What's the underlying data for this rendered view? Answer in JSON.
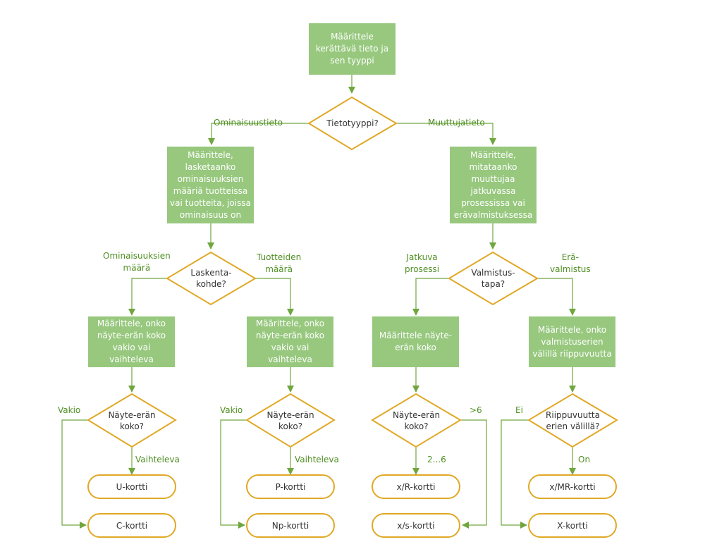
{
  "colors": {
    "process_fill": "#97c87e",
    "decision_stroke": "#e0a825",
    "arrow": "#6fa63e",
    "label": "#4f8f22"
  },
  "nodes": {
    "start": "Määrittele\nkerättävä tieto ja\nsen tyyppi",
    "q_type": "Tietotyyppi?",
    "attr_box": "Määrittele,\nlasketaanko\nominaisuuksien\nmääriä tuotteissa\nvai tuotteita, joissa\nominaisuus on",
    "var_box": "Määrittele,\nmitataanko\nmuuttujaa\njatkuvassa\nprosessissa vai\nerävalmistuksessa",
    "q_count": "Laskenta-\nkohde?",
    "q_process": "Valmistus-\ntapa?",
    "box_a1": "Määrittele, onko\nnäyte-erän koko\nvakio vai vaihteleva",
    "box_a2": "Määrittele, onko\nnäyte-erän koko\nvakio vai vaihteleva",
    "box_v1": "Määrittele näyte-\nerän koko",
    "box_v2": "Määrittele, onko\nvalmistuserien\nvälillä riippuvuutta",
    "q_a1": "Näyte-erän\nkoko?",
    "q_a2": "Näyte-erän\nkoko?",
    "q_v1": "Näyte-erän\nkoko?",
    "q_v2": "Riippuvuutta\nerien välillä?",
    "t_u": "U-kortti",
    "t_c": "C-kortti",
    "t_p": "P-kortti",
    "t_np": "Np-kortti",
    "t_xr": "x/R-kortti",
    "t_xs": "x/s-kortti",
    "t_xmr": "x/MR-kortti",
    "t_x": "X-kortti"
  },
  "edge_labels": {
    "attr": "Ominaisuustieto",
    "var": "Muuttujatieto",
    "count_feat": "Ominaisuuksien\nmäärä",
    "count_prod": "Tuotteiden\nmäärä",
    "continuous": "Jatkuva\nprosessi",
    "batch": "Erä-\nvalmistus",
    "a1_const": "Vakio",
    "a1_var": "Vaihteleva",
    "a2_const": "Vakio",
    "a2_var": "Vaihteleva",
    "v1_gt6": ">6",
    "v1_2to6": "2...6",
    "v2_no": "Ei",
    "v2_yes": "On"
  }
}
